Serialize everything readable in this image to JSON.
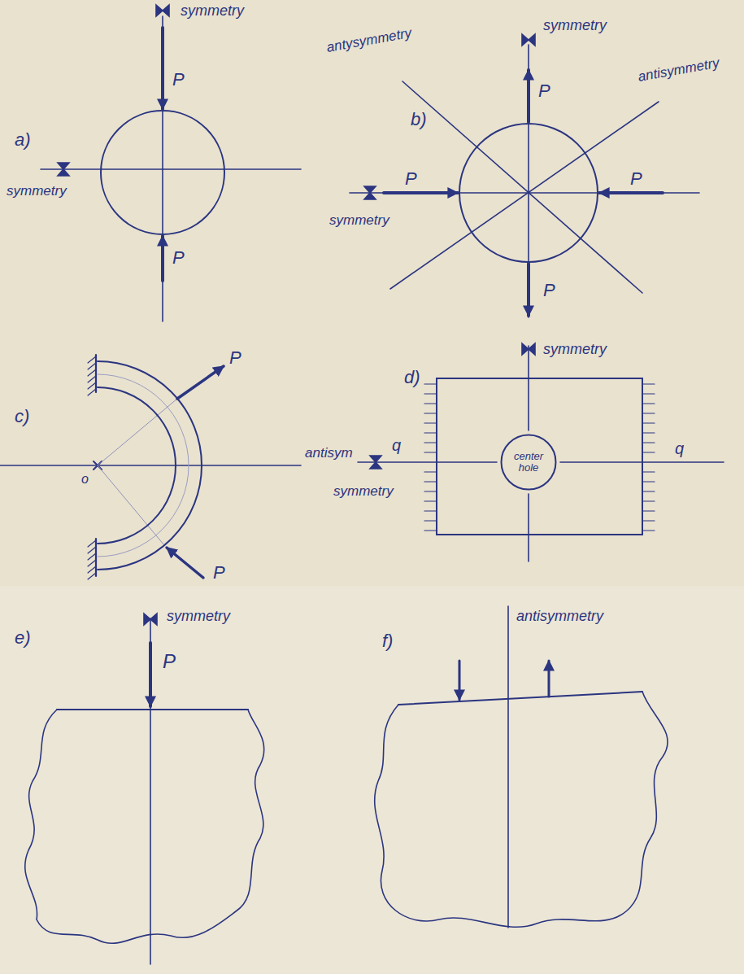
{
  "diagram": {
    "nodes": [
      {
        "text": [
          "center hole"
        ]
      }
    ],
    "labels": [
      "symmetry",
      "P",
      "a)",
      "symmetry",
      "P",
      "antysymmetry",
      "symmetry",
      "antisymmetry",
      "b)",
      "P",
      "P",
      "P",
      "symmetry",
      "P",
      "c)",
      "P",
      "antisym",
      "o",
      "P",
      "d)",
      "symmetry",
      "q",
      "symmetry",
      "q",
      "e)",
      "symmetry",
      "P",
      "f)",
      "antisymmetry"
    ]
  }
}
